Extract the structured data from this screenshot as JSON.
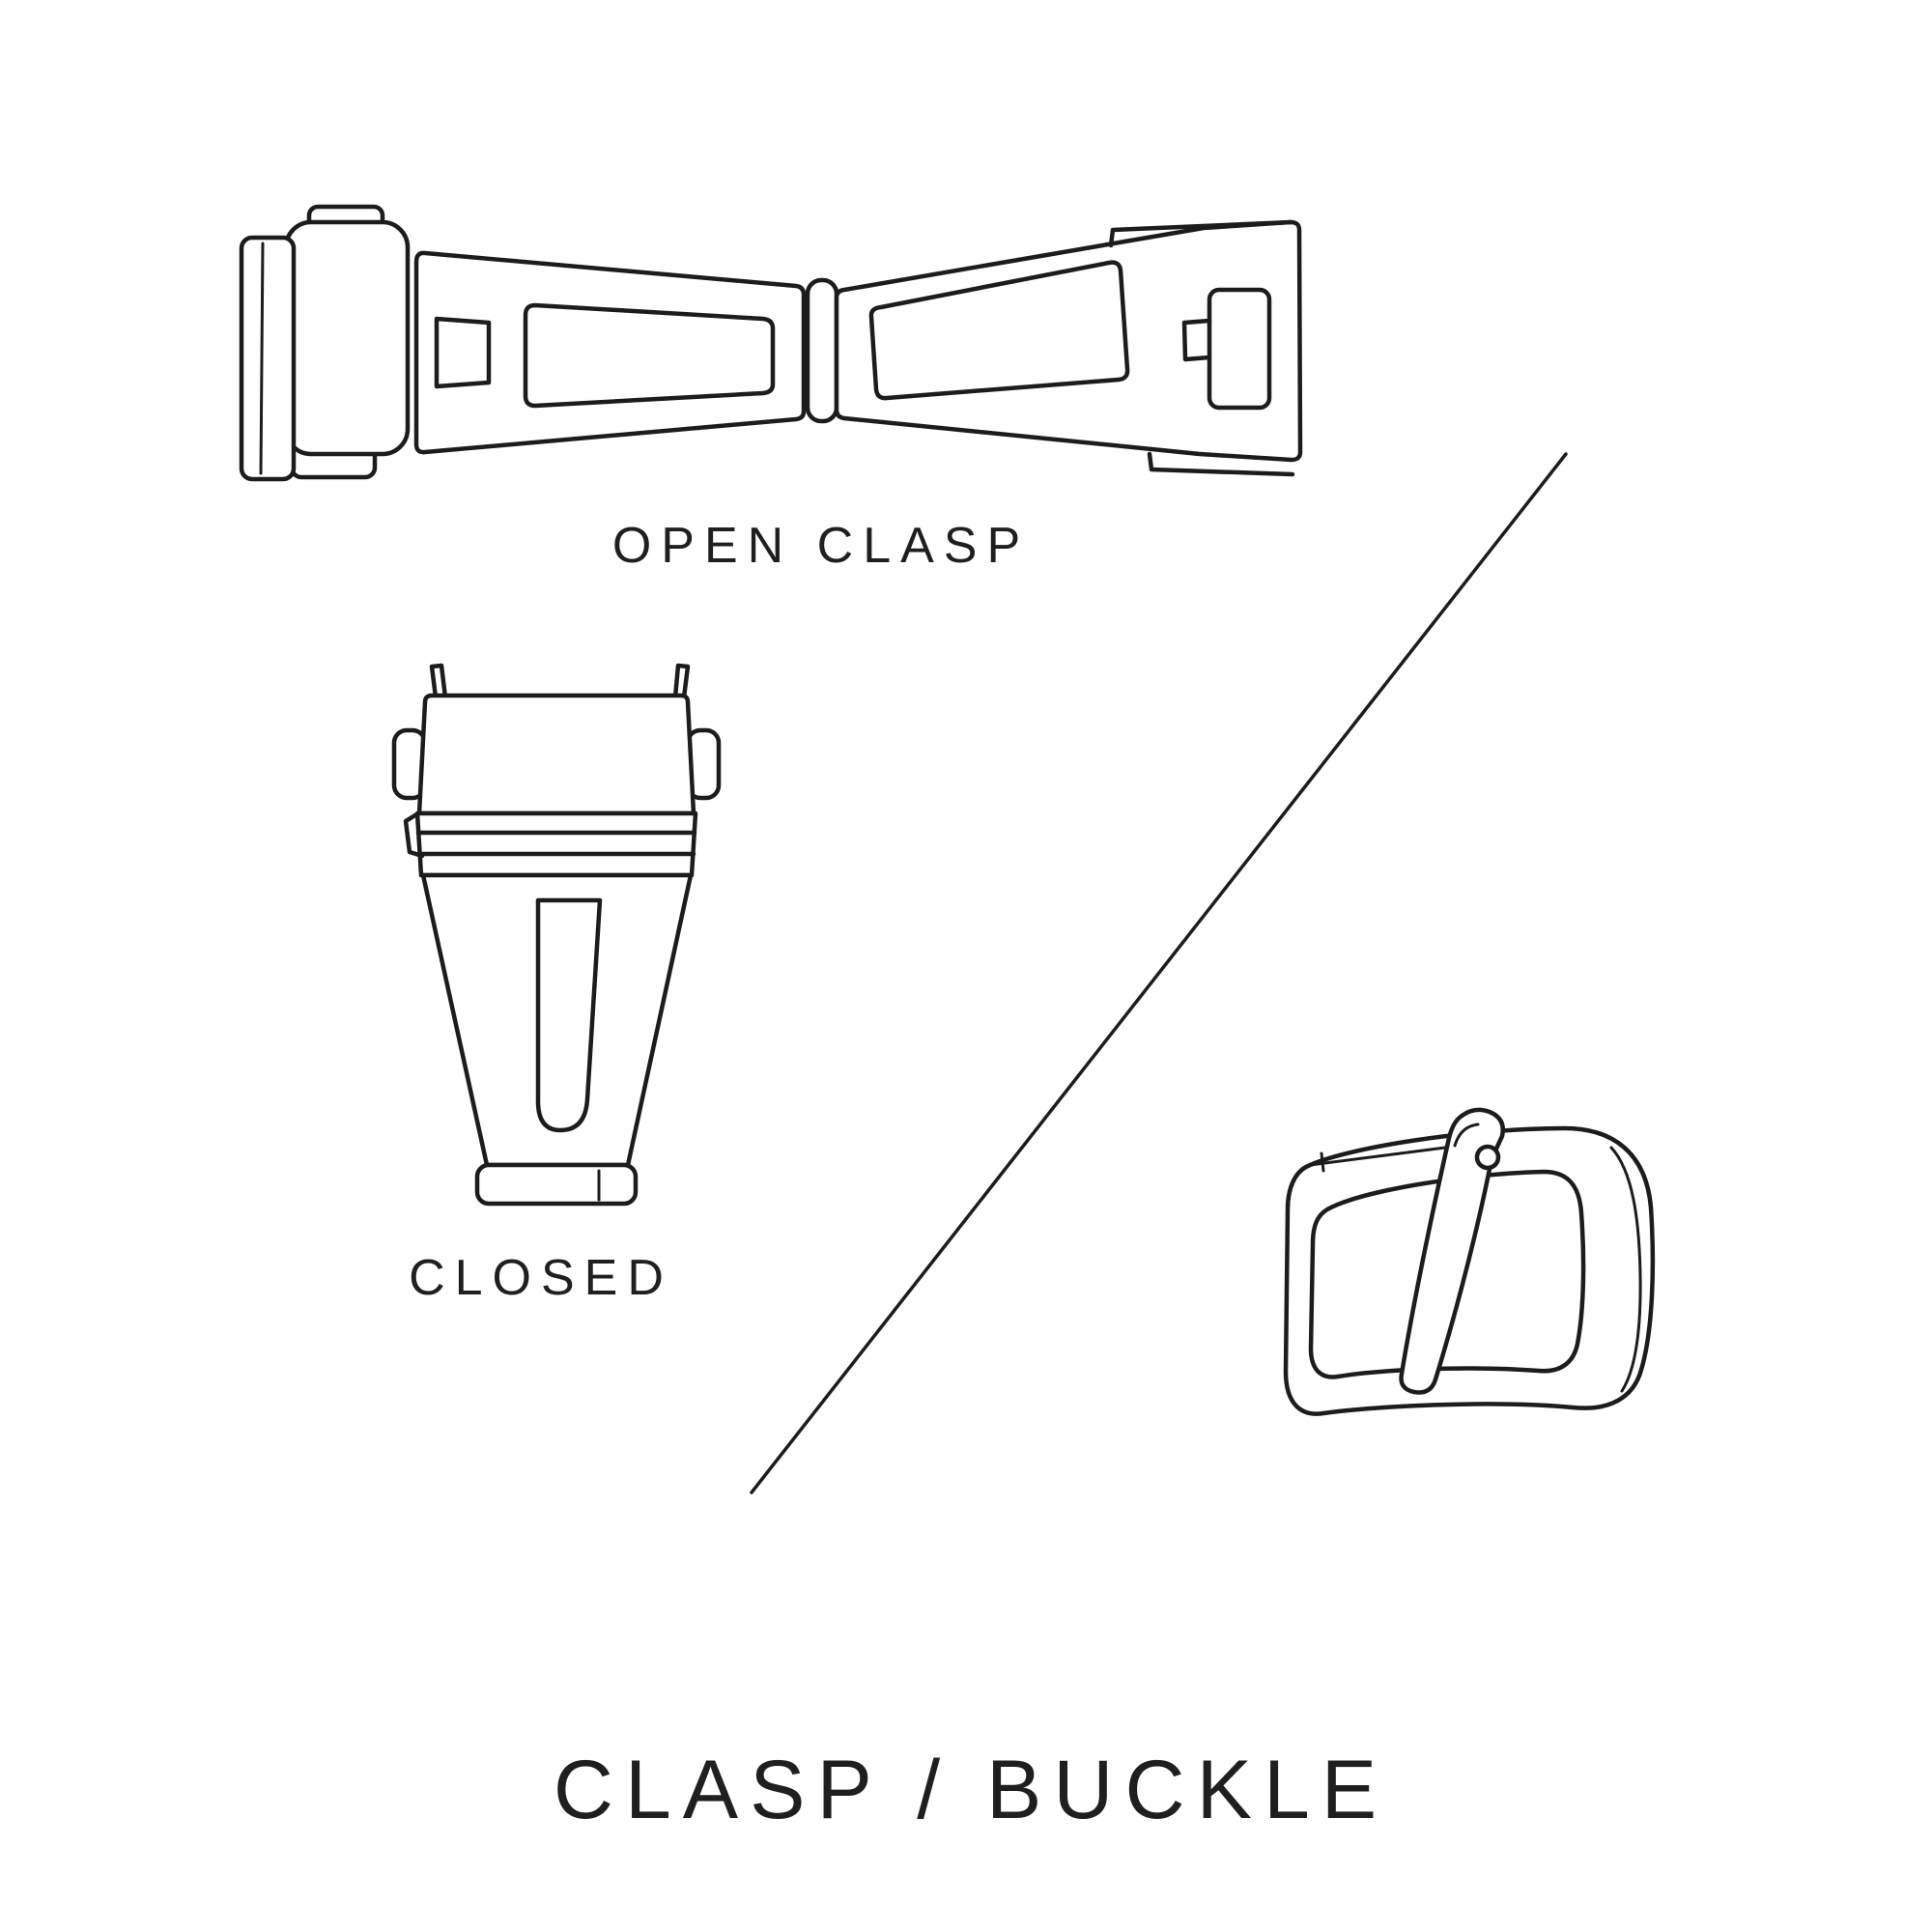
{
  "canvas": {
    "background": "#ffffff",
    "line_color": "#1c1c1c"
  },
  "diagram": {
    "title": "CLASP / BUCKLE",
    "figures": [
      {
        "id": "open-clasp",
        "caption": "OPEN CLASP"
      },
      {
        "id": "closed-clasp",
        "caption": "CLOSED"
      },
      {
        "id": "buckle",
        "caption": ""
      }
    ]
  }
}
